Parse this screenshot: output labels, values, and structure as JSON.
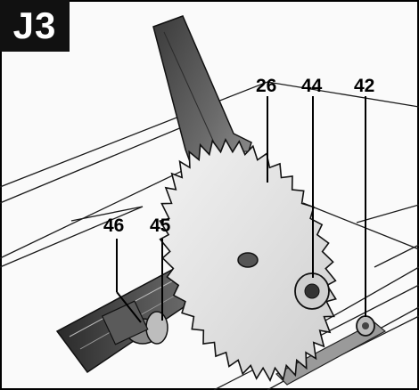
{
  "figure": {
    "badge_label": "J3",
    "callouts": [
      {
        "id": "c26",
        "label": "26"
      },
      {
        "id": "c44",
        "label": "44"
      },
      {
        "id": "c42",
        "label": "42"
      },
      {
        "id": "c46",
        "label": "46"
      },
      {
        "id": "c45",
        "label": "45"
      }
    ],
    "colors": {
      "badge_bg": "#111111",
      "badge_text": "#ffffff",
      "outline": "#1a1a1a",
      "blade_fill": "#e6e6e6",
      "guard_fill": "#555555",
      "table_fill": "#f7f7f7"
    }
  }
}
